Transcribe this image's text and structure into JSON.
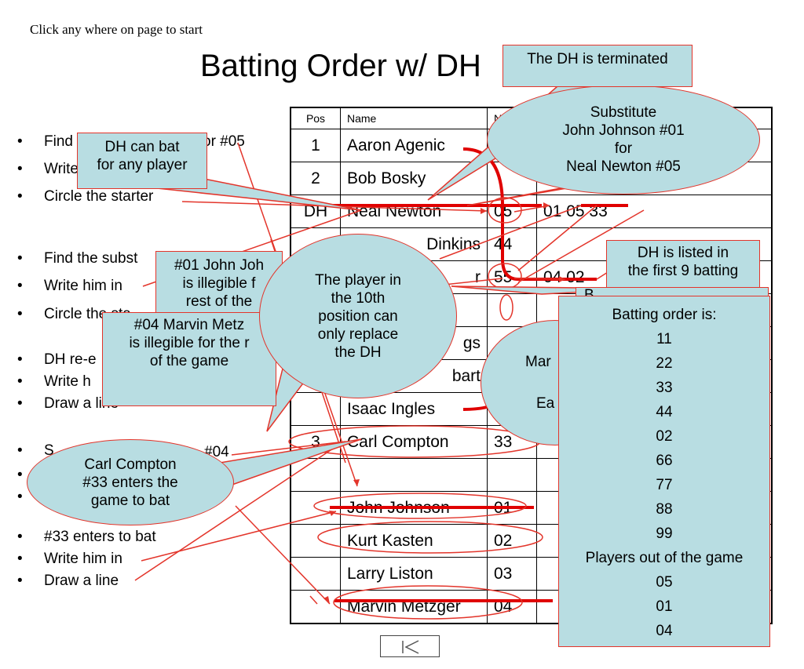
{
  "hint": "Click any where on page to start",
  "title": "Batting Order w/ DH",
  "bullets": [
    "Find",
    "or #05",
    "Write",
    "Circle the starter",
    "Find the subst",
    "Write him in",
    "Circle the sta",
    "DH re-e",
    "Write h",
    "Draw a line",
    "S",
    "#04",
    "#33 enters to bat",
    "Write him in",
    "Draw a line"
  ],
  "table": {
    "headers": [
      "Pos",
      "Name",
      "N"
    ],
    "rows": [
      {
        "pos": "1",
        "name": "Aaron Agenic",
        "num": "",
        "extra": ""
      },
      {
        "pos": "2",
        "name": "Bob Bosky",
        "num": "",
        "extra": ""
      },
      {
        "pos": "DH",
        "name": "Neal Newton",
        "num": "05",
        "extra": "01   05   33"
      },
      {
        "pos": "",
        "name": "Dinkins",
        "num": "44",
        "extra": ""
      },
      {
        "pos": "",
        "name": "r",
        "num": "55",
        "extra": "04   02"
      },
      {
        "pos": "",
        "name": "",
        "num": "",
        "extra": ""
      },
      {
        "pos": "",
        "name": "gs",
        "num": "",
        "extra": ""
      },
      {
        "pos": "",
        "name": "bart",
        "num": "",
        "extra": ""
      },
      {
        "pos": "",
        "name": "Isaac Ingles",
        "num": "",
        "extra": ""
      },
      {
        "pos": "3",
        "name": "Carl Compton",
        "num": "33",
        "extra": ""
      },
      {
        "pos": "",
        "name": "",
        "num": "",
        "extra": ""
      },
      {
        "pos": "",
        "name": "John Johnson",
        "num": "01",
        "extra": ""
      },
      {
        "pos": "",
        "name": "Kurt Kasten",
        "num": "02",
        "extra": ""
      },
      {
        "pos": "",
        "name": "Larry Liston",
        "num": "03",
        "extra": ""
      },
      {
        "pos": "",
        "name": "Marvin Metzger",
        "num": "04",
        "extra": ""
      }
    ]
  },
  "callouts": {
    "dh_terminated": "The DH is terminated",
    "dh_can_bat": [
      "DH can bat",
      "for any player"
    ],
    "substitute": [
      "Substitute",
      "John Johnson #01",
      "for",
      "Neal Newton #05"
    ],
    "john_illegible": [
      "#01 John Joh",
      "is illegible f",
      "rest of the"
    ],
    "marvin_illegible": [
      "#04 Marvin Metz",
      "is illegible for the r",
      "of the game"
    ],
    "tenth_position": [
      "The player in",
      "the 10th",
      "position can",
      "only replace",
      "the DH"
    ],
    "dh_listed": [
      "DH is listed in",
      "the first 9 batting"
    ],
    "behind_text": "B",
    "partial_left": [
      "Mar",
      "Ea"
    ],
    "carl_enters": [
      "Carl Compton",
      "#33 enters the",
      "game to bat"
    ]
  },
  "batting": {
    "heading": "Batting order is:",
    "order": [
      "11",
      "22",
      "33",
      "44",
      "02",
      "66",
      "77",
      "88",
      "99"
    ],
    "out_heading": "Players out of the game",
    "out": [
      "05",
      "01",
      "04"
    ]
  },
  "nav": {
    "icon": "first-slide-icon"
  },
  "colors": {
    "callout_fill": "#b8dde2",
    "accent_red": "#e3352b",
    "strike_red": "#e00000"
  }
}
